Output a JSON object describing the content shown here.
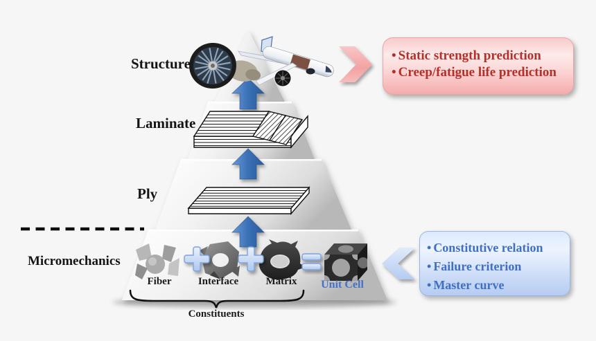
{
  "pyramid": {
    "levels": [
      {
        "label": "Structure"
      },
      {
        "label": "Laminate"
      },
      {
        "label": "Ply"
      },
      {
        "label": "Micromechanics"
      }
    ]
  },
  "micromechanics": {
    "fiber": "Fiber",
    "interface": "Interface",
    "matrix": "Matrix",
    "unit_cell": "Unit Cell",
    "plus": "+",
    "equals": "=",
    "constituents": "Constituents"
  },
  "callouts": {
    "bullet": "•",
    "structure": {
      "items": [
        "Static strength prediction",
        "Creep/fatigue life prediction"
      ],
      "text_color": "#b43028"
    },
    "micromechanics_box": {
      "items": [
        "Constitutive relation",
        "Failure criterion",
        "Master curve"
      ],
      "text_color": "#3f6fc1"
    }
  },
  "colors": {
    "background": "#f6f6f6",
    "arrow_blue": "#3a70b5",
    "plus_equals_blue": "#c8daf6",
    "chevron_pink": "#f3a2a2",
    "chevron_blue": "#c7d8f5",
    "unit_cell_label_blue": "#4472c4"
  }
}
